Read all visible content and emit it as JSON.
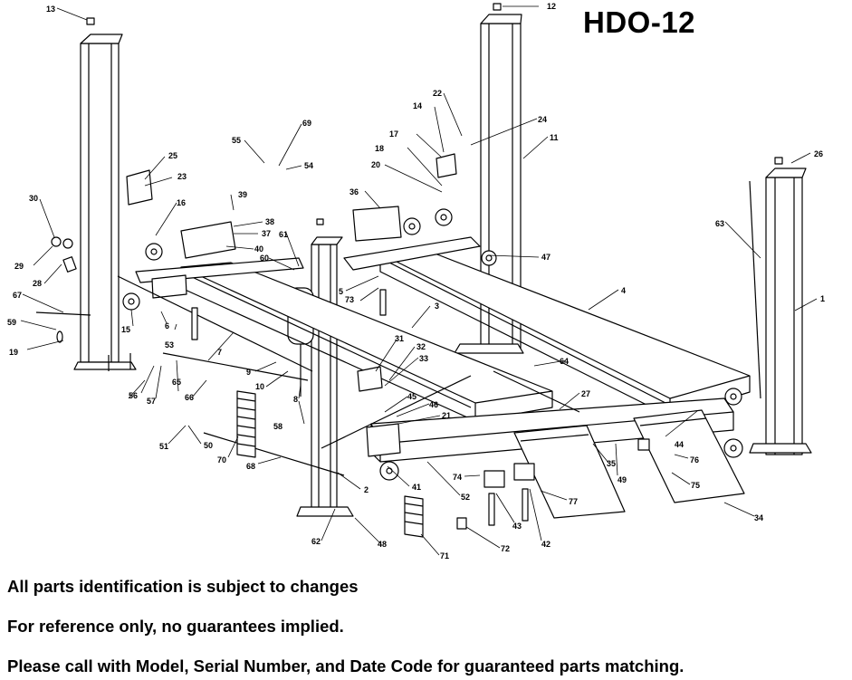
{
  "header": {
    "model": "HDO-12"
  },
  "notes": [
    "All parts identification is subject to changes",
    "For reference only, no guarantees implied.",
    "Please call with Model, Serial Number, and Date Code for guaranteed parts matching."
  ],
  "callouts": [
    {
      "id": "c1",
      "label": "1"
    },
    {
      "id": "c2",
      "label": "2"
    },
    {
      "id": "c3",
      "label": "3"
    },
    {
      "id": "c4",
      "label": "4"
    },
    {
      "id": "c5",
      "label": "5"
    },
    {
      "id": "c6",
      "label": "6"
    },
    {
      "id": "c7",
      "label": "7"
    },
    {
      "id": "c8",
      "label": "8"
    },
    {
      "id": "c9",
      "label": "9"
    },
    {
      "id": "c10",
      "label": "10"
    },
    {
      "id": "c11",
      "label": "11"
    },
    {
      "id": "c12",
      "label": "12"
    },
    {
      "id": "c13",
      "label": "13"
    },
    {
      "id": "c14",
      "label": "14"
    },
    {
      "id": "c15",
      "label": "15"
    },
    {
      "id": "c16",
      "label": "16"
    },
    {
      "id": "c17",
      "label": "17"
    },
    {
      "id": "c18",
      "label": "18"
    },
    {
      "id": "c19",
      "label": "19"
    },
    {
      "id": "c20",
      "label": "20"
    },
    {
      "id": "c21",
      "label": "21"
    },
    {
      "id": "c22",
      "label": "22"
    },
    {
      "id": "c23",
      "label": "23"
    },
    {
      "id": "c24",
      "label": "24"
    },
    {
      "id": "c25",
      "label": "25"
    },
    {
      "id": "c26",
      "label": "26"
    },
    {
      "id": "c27",
      "label": "27"
    },
    {
      "id": "c28",
      "label": "28"
    },
    {
      "id": "c29",
      "label": "29"
    },
    {
      "id": "c30",
      "label": "30"
    },
    {
      "id": "c31",
      "label": "31"
    },
    {
      "id": "c32",
      "label": "32"
    },
    {
      "id": "c33",
      "label": "33"
    },
    {
      "id": "c34",
      "label": "34"
    },
    {
      "id": "c35",
      "label": "35"
    },
    {
      "id": "c36",
      "label": "36"
    },
    {
      "id": "c37",
      "label": "37"
    },
    {
      "id": "c38",
      "label": "38"
    },
    {
      "id": "c39",
      "label": "39"
    },
    {
      "id": "c40",
      "label": "40"
    },
    {
      "id": "c41",
      "label": "41"
    },
    {
      "id": "c42",
      "label": "42"
    },
    {
      "id": "c43",
      "label": "43"
    },
    {
      "id": "c44",
      "label": "44"
    },
    {
      "id": "c45",
      "label": "45"
    },
    {
      "id": "c46",
      "label": "46"
    },
    {
      "id": "c47",
      "label": "47"
    },
    {
      "id": "c48",
      "label": "48"
    },
    {
      "id": "c49",
      "label": "49"
    },
    {
      "id": "c50",
      "label": "50"
    },
    {
      "id": "c51",
      "label": "51"
    },
    {
      "id": "c52",
      "label": "52"
    },
    {
      "id": "c53",
      "label": "53"
    },
    {
      "id": "c54",
      "label": "54"
    },
    {
      "id": "c55",
      "label": "55"
    },
    {
      "id": "c56",
      "label": "56"
    },
    {
      "id": "c57",
      "label": "57"
    },
    {
      "id": "c58",
      "label": "58"
    },
    {
      "id": "c59",
      "label": "59"
    },
    {
      "id": "c60",
      "label": "60"
    },
    {
      "id": "c61",
      "label": "61"
    },
    {
      "id": "c62",
      "label": "62"
    },
    {
      "id": "c63",
      "label": "63"
    },
    {
      "id": "c64",
      "label": "64"
    },
    {
      "id": "c65",
      "label": "65"
    },
    {
      "id": "c66",
      "label": "66"
    },
    {
      "id": "c67",
      "label": "67"
    },
    {
      "id": "c68",
      "label": "68"
    },
    {
      "id": "c69",
      "label": "69"
    },
    {
      "id": "c70",
      "label": "70"
    },
    {
      "id": "c71",
      "label": "71"
    },
    {
      "id": "c72",
      "label": "72"
    },
    {
      "id": "c73",
      "label": "73"
    },
    {
      "id": "c74",
      "label": "74"
    },
    {
      "id": "c75",
      "label": "75"
    },
    {
      "id": "c76",
      "label": "76"
    },
    {
      "id": "c77",
      "label": "77"
    }
  ]
}
